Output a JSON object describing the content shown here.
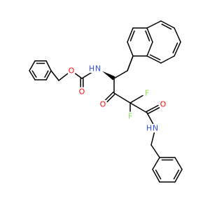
{
  "colors": {
    "bond": "#000000",
    "carbon": "#000000",
    "oxygen": "#ff0d0d",
    "nitrogen": "#3050f8",
    "fluorine": "#90e050",
    "background": "#ffffff"
  },
  "atom_labels": {
    "o_ester": "O",
    "o_carbonyl_cbz": "O",
    "n_carbamate": "N",
    "h_carbamate": "H",
    "f_top": "F",
    "f_bottom": "F",
    "o_ketone": "O",
    "o_amide": "O",
    "n_amide": "N",
    "h_amide": "H"
  }
}
